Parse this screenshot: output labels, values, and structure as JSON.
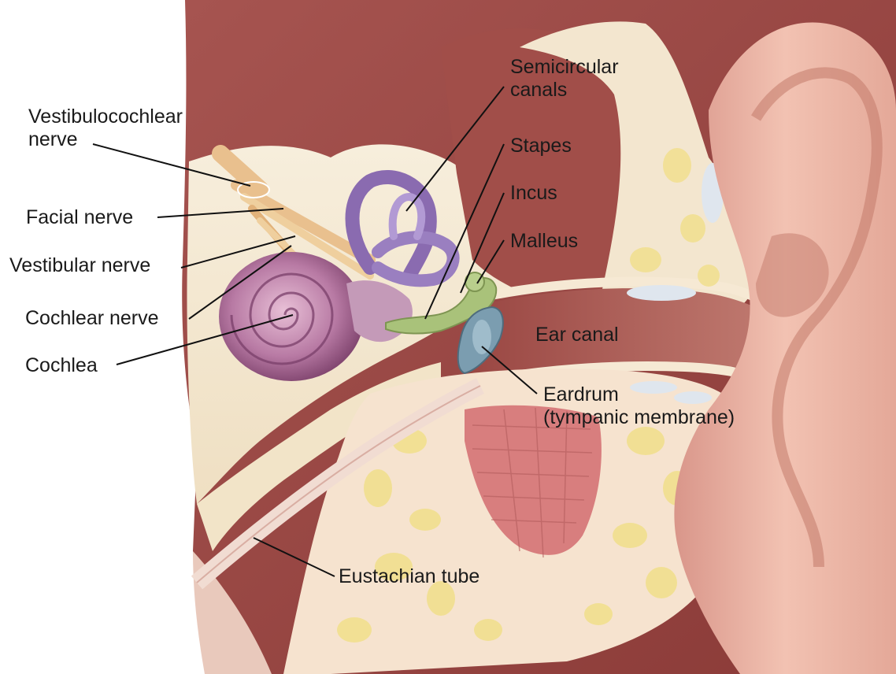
{
  "labels": {
    "vestibulocochlear_nerve": [
      "Vestibulocochlear",
      "nerve"
    ],
    "facial_nerve": "Facial nerve",
    "vestibular_nerve": "Vestibular nerve",
    "cochlear_nerve": "Cochlear nerve",
    "cochlea": "Cochlea",
    "semicircular_canals": [
      "Semicircular",
      "canals"
    ],
    "stapes": "Stapes",
    "incus": "Incus",
    "malleus": "Malleus",
    "ear_canal": "Ear canal",
    "eardrum": [
      "Eardrum",
      "(tympanic membrane)"
    ],
    "eustachian_tube": "Eustachian tube"
  },
  "colors": {
    "bone": "#f4e8d2",
    "tissue": "#b8605a",
    "tissue_dark": "#93403d",
    "skin": "#e8b0a0",
    "cochlea": "#b87aa4",
    "canals": "#8a6bb0",
    "ossicles": "#a9c27a",
    "eardrum": "#7b9db0",
    "nerve": "#e9c08e",
    "fat": "#f1df8a",
    "gland": "#d87e7e",
    "leader": "#111111"
  }
}
